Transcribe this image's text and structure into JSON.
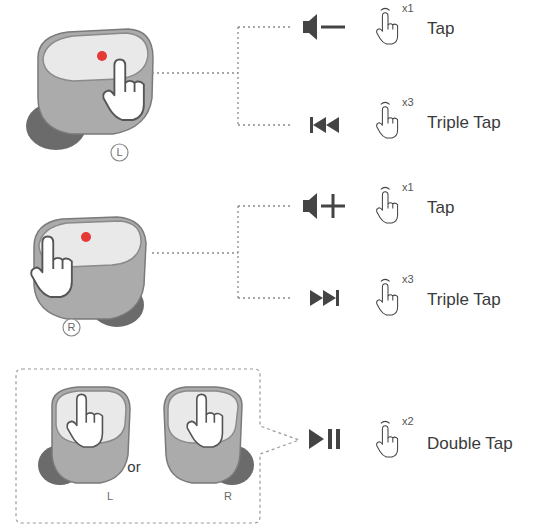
{
  "diagram": {
    "nodes": [
      {
        "text": [
          "L"
        ]
      },
      {
        "text": [
          "R"
        ]
      },
      {
        "text": [
          "or",
          "L",
          "R"
        ]
      }
    ],
    "labels": [
      "x1",
      "Tap",
      "x3",
      "Triple Tap",
      "x1",
      "Tap",
      "x3",
      "Triple Tap",
      "x2",
      "Double Tap"
    ]
  }
}
